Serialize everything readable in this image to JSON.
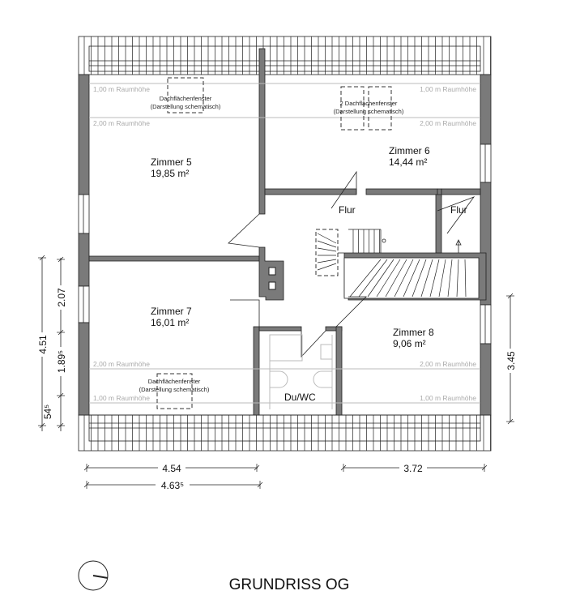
{
  "title": "GRUNDRISS OG",
  "rooms": [
    {
      "name": "Zimmer 5",
      "area": "19,85 m²"
    },
    {
      "name": "Zimmer 6",
      "area": "14,44 m²"
    },
    {
      "name": "Zimmer 7",
      "area": "16,01 m²"
    },
    {
      "name": "Zimmer 8",
      "area": "9,06 m²"
    },
    {
      "name": "Flur"
    },
    {
      "name": "Flur"
    },
    {
      "name": "Du/WC"
    }
  ],
  "skylights": {
    "single_line1": "Dachflächenfenster",
    "double_line1": "2 Dachflächenfenster",
    "line2": "(Darstellung schematisch)"
  },
  "heights": {
    "h1": "1,00 m Raumhöhe",
    "h2": "2,00 m Raumhöhe"
  },
  "dimensions": {
    "left_total": "4.51",
    "left_a": "2.07",
    "left_b": "1.89⁵",
    "left_c": "54⁵",
    "right": "3.45",
    "bottom_left": "4.54",
    "bottom_right": "3.72",
    "bottom_left_2": "4.63⁵"
  }
}
